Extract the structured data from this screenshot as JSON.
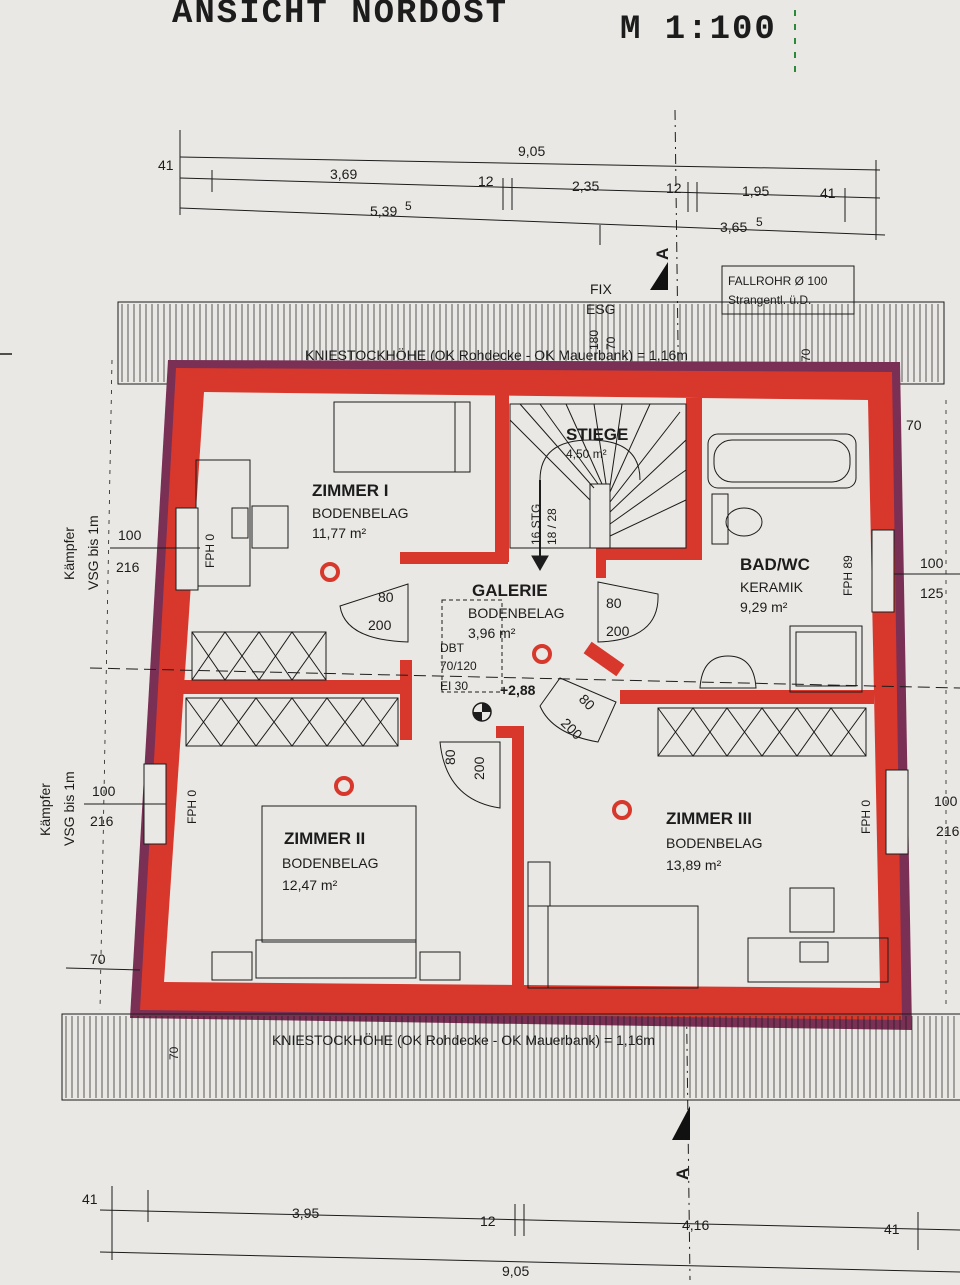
{
  "sheet": {
    "title": "ANSICHT NORDOST",
    "scale": "M 1:100"
  },
  "dimensions": {
    "top_total": "9,05",
    "top_row2": [
      "41",
      "3,69",
      "12",
      "2,35",
      "12",
      "1,95",
      "41"
    ],
    "top_row3": [
      "5,39",
      "5",
      "3,65",
      "5"
    ],
    "bottom_row": [
      "41",
      "3,95",
      "12",
      "4,16",
      "41"
    ],
    "bottom_total": "9,05"
  },
  "notes": {
    "kniestock": "KNIESTOCKHÖHE (OK Rohdecke - OK Mauerbank) = 1,16m",
    "fix": "FIX",
    "esg": "ESG",
    "fallrohr_line1": "FALLROHR Ø 100",
    "fallrohr_line2": "Strangentl. ü.D.",
    "section": "A",
    "kaempfer": "Kämpfer",
    "vsg": "VSG bis 1m"
  },
  "rooms": {
    "zimmer1": {
      "name": "ZIMMER I",
      "floor": "BODENBELAG",
      "area": "11,77 m²"
    },
    "stiege": {
      "name": "STIEGE",
      "area": "4,50 m²"
    },
    "bad": {
      "name": "BAD/WC",
      "floor": "KERAMIK",
      "area": "9,29 m²"
    },
    "galerie": {
      "name": "GALERIE",
      "floor": "BODENBELAG",
      "area": "3,96 m²"
    },
    "zimmer2": {
      "name": "ZIMMER II",
      "floor": "BODENBELAG",
      "area": "12,47 m²"
    },
    "zimmer3": {
      "name": "ZIMMER III",
      "floor": "BODENBELAG",
      "area": "13,89 m²"
    }
  },
  "labels": {
    "stg": "16 STG",
    "stair_ratio": "18 / 28",
    "dbt": "DBT",
    "dbt_size": "70/120",
    "ei": "EI 30",
    "level": "+2,88",
    "fph0": "FPH 0",
    "fph89": "FPH 89",
    "w100": "100",
    "w216": "216",
    "w125": "125",
    "w80": "80",
    "w200": "200",
    "w70": "70",
    "w180": "180"
  },
  "colors": {
    "wall_red": "#d8382c",
    "wall_purple": "#7a2f55",
    "ink": "#1c1c1c",
    "paper": "#e9e8e4"
  }
}
